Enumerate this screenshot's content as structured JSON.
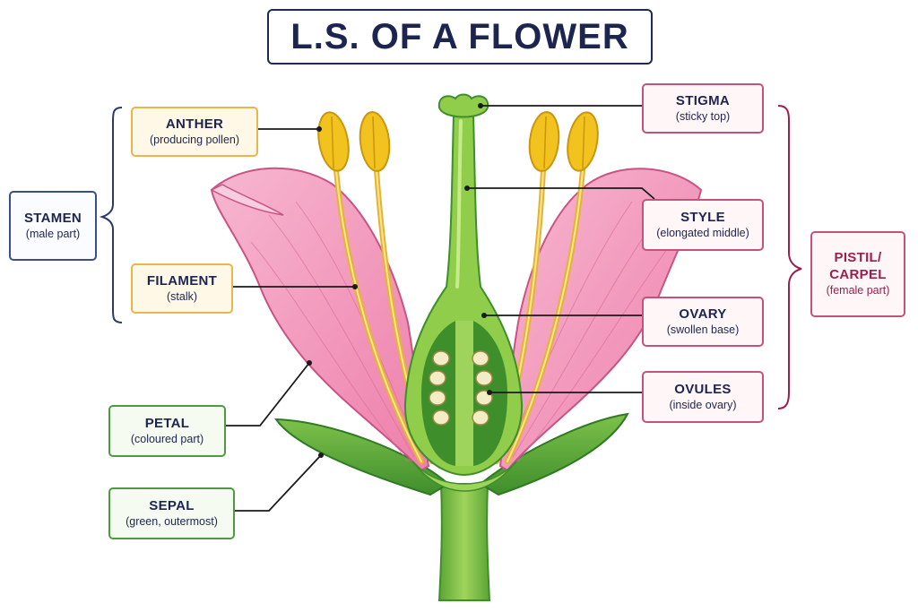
{
  "title": "L.S. OF A FLOWER",
  "labels": {
    "anther": {
      "name": "ANTHER",
      "desc": "(producing pollen)"
    },
    "filament": {
      "name": "FILAMENT",
      "desc": "(stalk)"
    },
    "stamen": {
      "name": "STAMEN",
      "desc": "(male part)"
    },
    "petal": {
      "name": "PETAL",
      "desc": "(coloured part)"
    },
    "sepal": {
      "name": "SEPAL",
      "desc": "(green, outermost)"
    },
    "stigma": {
      "name": "STIGMA",
      "desc": "(sticky top)"
    },
    "style": {
      "name": "STYLE",
      "desc": "(elongated middle)"
    },
    "ovary": {
      "name": "OVARY",
      "desc": "(swollen base)"
    },
    "ovules": {
      "name": "OVULES",
      "desc": "(inside ovary)"
    },
    "pistil": {
      "name1": "PISTIL/",
      "name2": "CARPEL",
      "desc": "(female part)"
    }
  },
  "colors": {
    "petal": "#f08db5",
    "petal_light": "#f7b9d2",
    "sepal": "#58a83a",
    "stem": "#7bbf3e",
    "anther": "#f2c21e",
    "filament": "#f0d36a",
    "ovule": "#f4ecc4"
  }
}
